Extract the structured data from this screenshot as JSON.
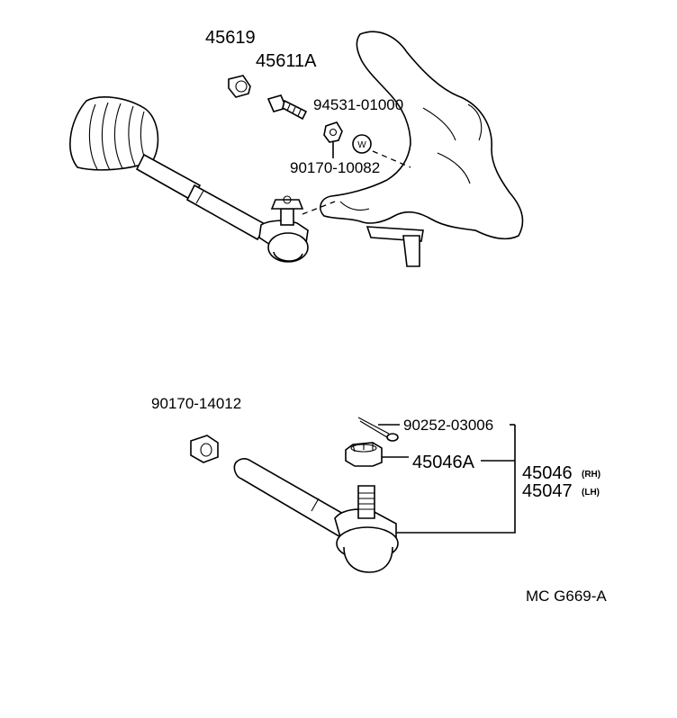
{
  "labels": {
    "p45619": "45619",
    "p45611A": "45611A",
    "p94531": "94531-01000",
    "p90170_10082": "90170-10082",
    "p90170_14012": "90170-14012",
    "p90252": "90252-03006",
    "p45046A": "45046A",
    "p45046": "45046",
    "rh": "(RH)",
    "p45047": "45047",
    "lh": "(LH)",
    "w_marker": "W",
    "diagram_code": "MC G669-A"
  }
}
